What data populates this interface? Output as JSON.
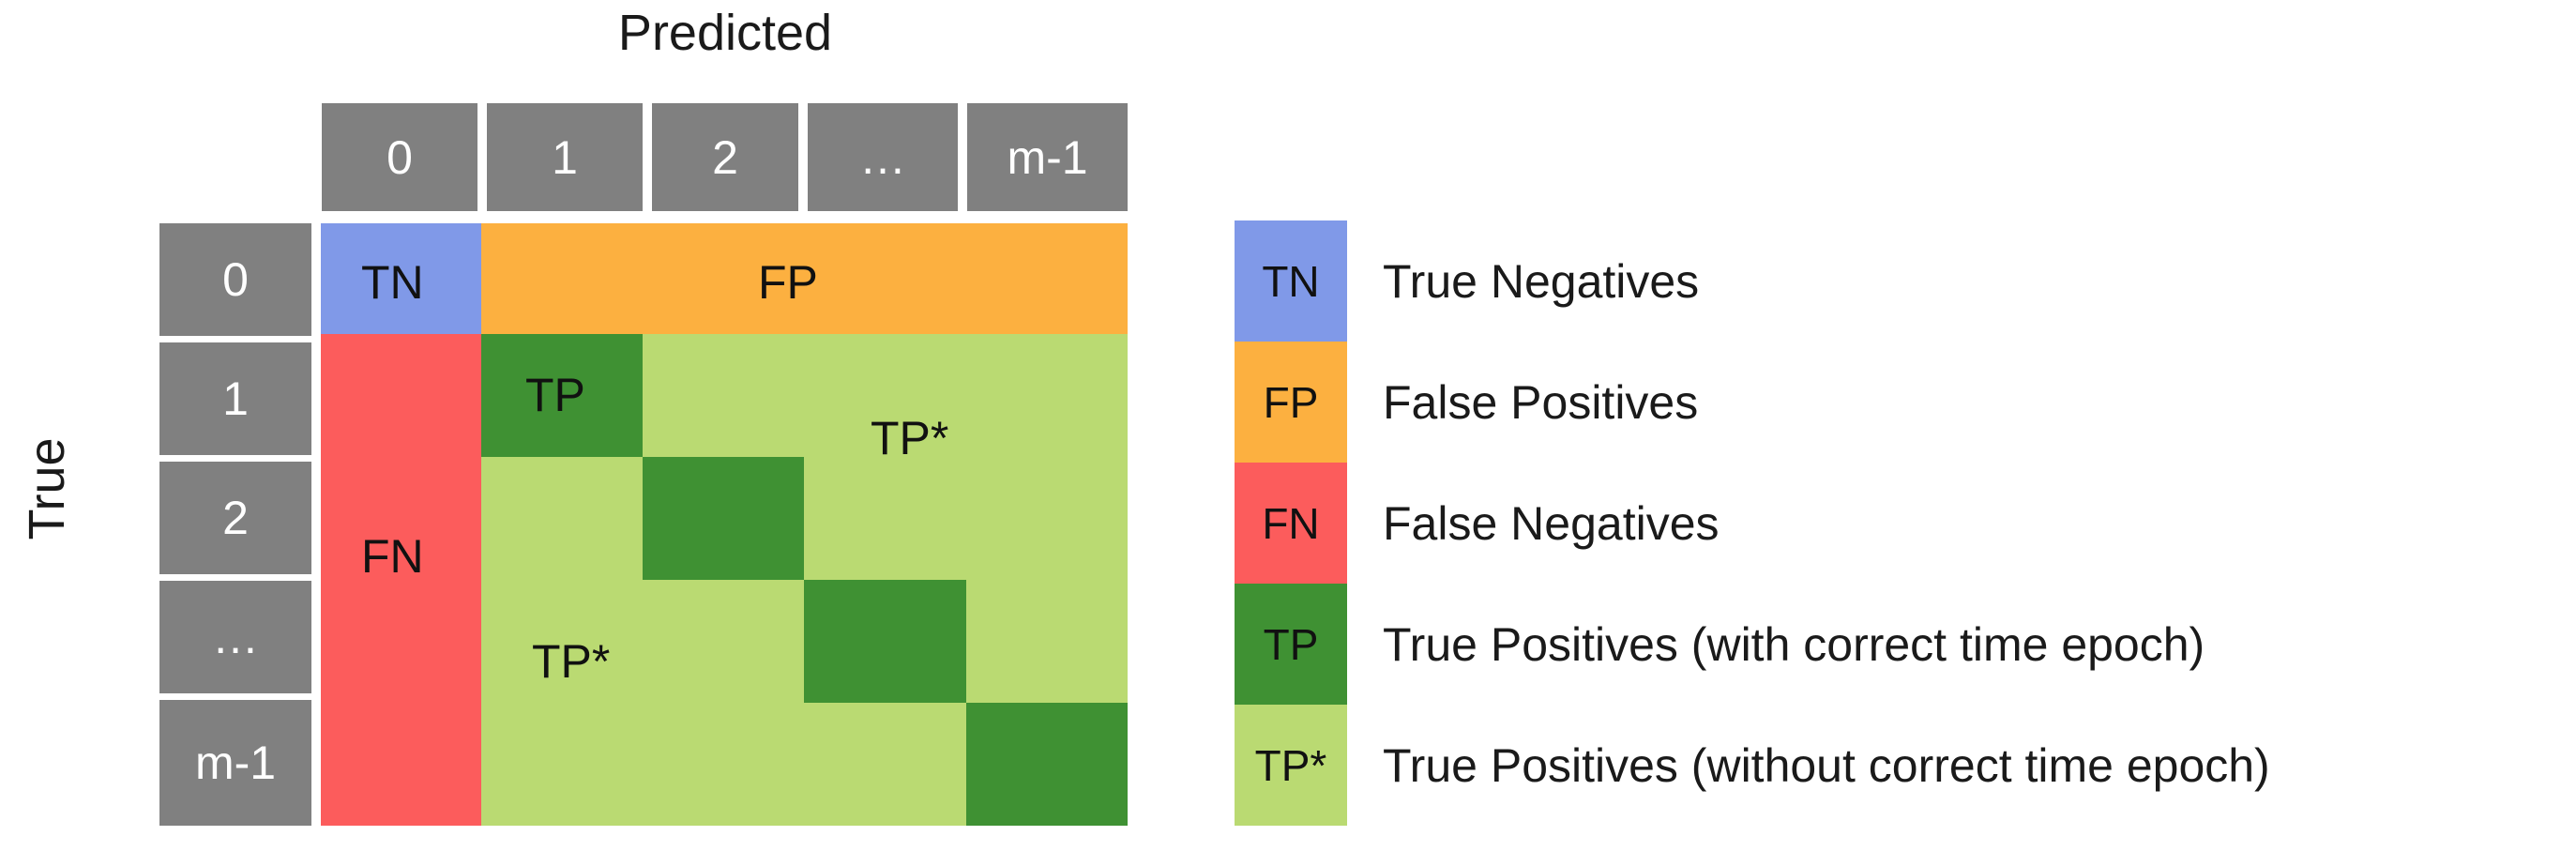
{
  "axes": {
    "predicted_label": "Predicted",
    "true_label": "True"
  },
  "matrix": {
    "column_headers": [
      "0",
      "1",
      "2",
      "…",
      "m-1"
    ],
    "row_headers": [
      "0",
      "1",
      "2",
      "…",
      "m-1"
    ],
    "header_fill": "#808080",
    "header_text_color": "#ffffff",
    "cells": [
      {
        "name": "tn",
        "label": "TN",
        "color": "#8099e8"
      },
      {
        "name": "fp",
        "label": "FP",
        "color": "#fcb040"
      },
      {
        "name": "fn",
        "label": "FN",
        "color": "#fc5c5c"
      },
      {
        "name": "tp-diagonal-1",
        "label": "TP",
        "color": "#3f9133"
      },
      {
        "name": "tp-diagonal-2",
        "label": "",
        "color": "#3f9133"
      },
      {
        "name": "tp-diagonal-3",
        "label": "",
        "color": "#3f9133"
      },
      {
        "name": "tp-diagonal-4",
        "label": "",
        "color": "#3f9133"
      },
      {
        "name": "tp-star-upper",
        "label": "TP*",
        "color": "#bada72"
      },
      {
        "name": "tp-star-lower",
        "label": "TP*",
        "color": "#bada72"
      }
    ],
    "body_labels": {
      "tn": "TN",
      "fp": "FP",
      "fn": "FN",
      "tp": "TP",
      "tp_star_upper": "TP*",
      "tp_star_lower": "TP*"
    }
  },
  "legend": {
    "items": [
      {
        "abbr": "TN",
        "text": "True Negatives",
        "color": "#8099e8",
        "swatch_text_color": "#111111"
      },
      {
        "abbr": "FP",
        "text": "False Positives",
        "color": "#fcb040",
        "swatch_text_color": "#111111"
      },
      {
        "abbr": "FN",
        "text": "False Negatives",
        "color": "#fc5c5c",
        "swatch_text_color": "#111111"
      },
      {
        "abbr": "TP",
        "text": "True Positives (with correct time epoch)",
        "color": "#3f9133",
        "swatch_text_color": "#111111"
      },
      {
        "abbr": "TP*",
        "text": "True Positives (without correct time epoch)",
        "color": "#bada72",
        "swatch_text_color": "#111111"
      }
    ]
  },
  "palette": {
    "background": "#ffffff",
    "gray_header": "#808080",
    "true_negative": "#8099e8",
    "false_positive": "#fcb040",
    "false_negative": "#fc5c5c",
    "true_positive": "#3f9133",
    "true_positive_star": "#bada72",
    "text": "#1a1a1a"
  }
}
